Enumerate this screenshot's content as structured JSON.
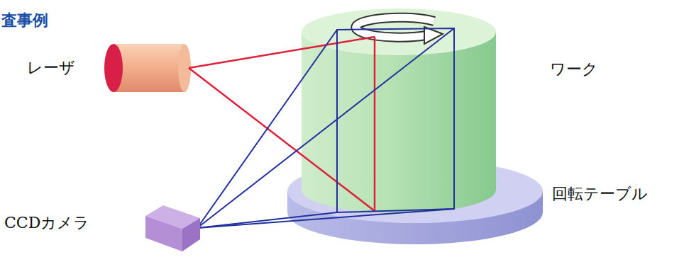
{
  "diagram": {
    "title": "査事例",
    "labels": [
      "レーザ",
      "ワーク",
      "回転テーブル",
      "CCDカメラ"
    ]
  }
}
